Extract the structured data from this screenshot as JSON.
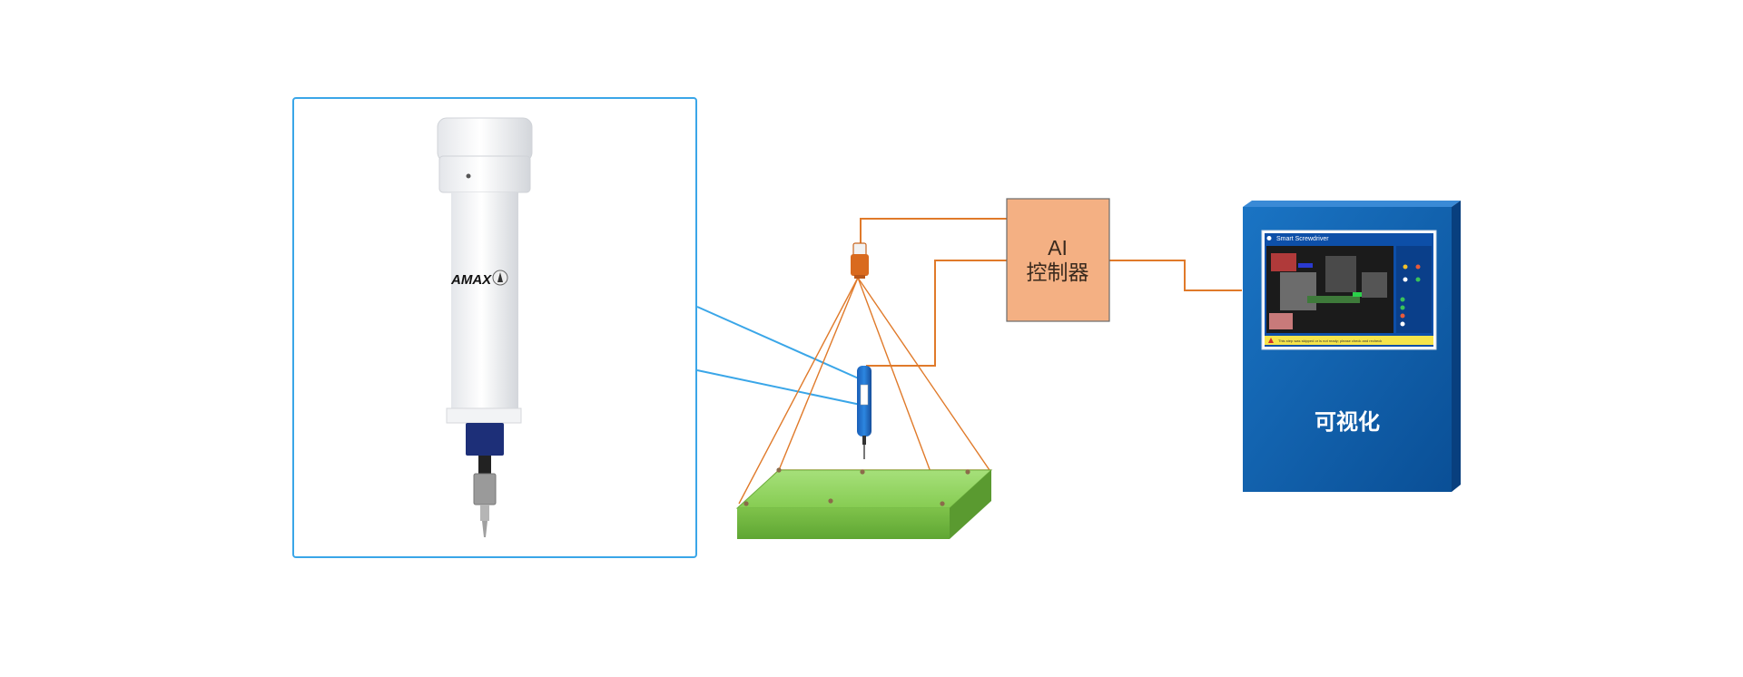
{
  "ai_controller": {
    "line1": "AI",
    "line2": "控制器"
  },
  "visualization": {
    "label": "可视化"
  },
  "tool": {
    "brand": "AMAX"
  },
  "screen": {
    "title": "Smart Screwdriver",
    "warning": "This step was skipped or is not ready; please check and recheck"
  },
  "colors": {
    "callout_border": "#3aa6e8",
    "wires": "#e07a2a",
    "controller_fill": "#f4b083",
    "panel_blue": "#1266b4",
    "board_green": "#8fd35a"
  }
}
